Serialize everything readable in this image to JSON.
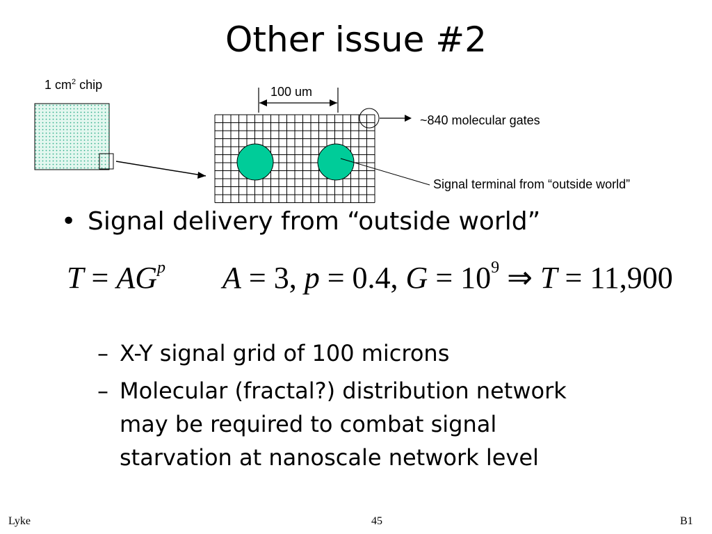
{
  "slide": {
    "title": "Other issue #2",
    "labels": {
      "chip_prefix": "1 cm",
      "chip_sup": "2",
      "chip_suffix": " chip",
      "dimension": "100 um",
      "gates": "~840 molecular gates",
      "terminal": "Signal terminal from “outside world”"
    },
    "bullet": "Signal delivery from “outside world”",
    "equation": {
      "lhs_T": "T",
      "eq": " = ",
      "lhs_AG": "AG",
      "lhs_exp": "p",
      "A_var": "A",
      "A_val": " = 3, ",
      "p_var": "p",
      "p_val": " = 0.4, ",
      "G_var": "G",
      "G_eq": " = 10",
      "G_exp": "9",
      "implies": " ⇒ ",
      "rT_var": "T",
      "T_val": " = 11,900"
    },
    "sub_bullets": [
      "X-Y signal grid of 100 microns",
      "Molecular (fractal?) distribution network",
      "may be required to combat signal",
      "starvation at nanoscale network level"
    ],
    "sub_dash": "–",
    "footer": {
      "left": "Lyke",
      "center": "45",
      "right": "B1"
    },
    "colors": {
      "chip_fill": "#e3f7ef",
      "chip_dots": "#2fae8a",
      "terminal_fill": "#00cc99"
    }
  }
}
